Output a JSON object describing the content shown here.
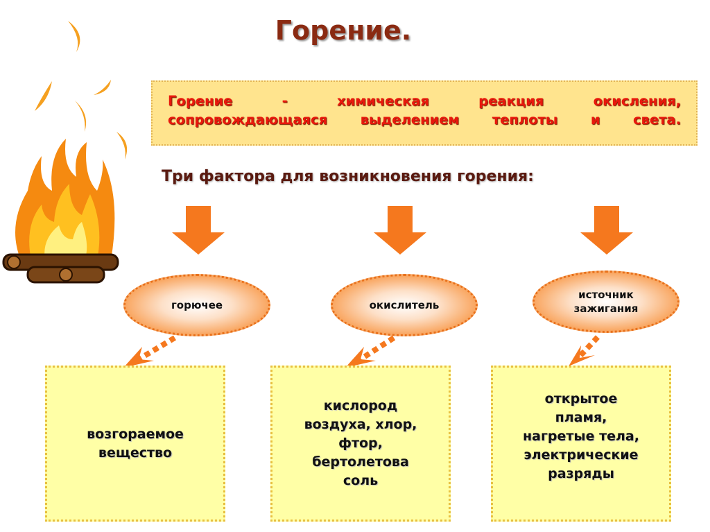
{
  "title": "Горение.",
  "definition": {
    "line1": "Горение - химическая реакция окисления,",
    "line2": "сопровождающаяся выделением теплоты и света."
  },
  "subtitle": "Три фактора для возникновения горения:",
  "factors": [
    {
      "name_lines": [
        "горючее"
      ],
      "example_lines": [
        "возгораемое",
        "вещество"
      ]
    },
    {
      "name_lines": [
        "окислитель"
      ],
      "example_lines": [
        "кислород",
        "воздуха, хлор,",
        "фтор,",
        "бертолетова",
        "соль"
      ]
    },
    {
      "name_lines": [
        "источник",
        "зажигания"
      ],
      "example_lines": [
        "открытое",
        "пламя,",
        "нагретые тела,",
        "электрические",
        "разряды"
      ]
    }
  ],
  "colors": {
    "accent": "#F5781E",
    "definition_text": "#E8180C",
    "definition_bg": "#FFE48E",
    "box_bg": "#FFFFA6"
  }
}
